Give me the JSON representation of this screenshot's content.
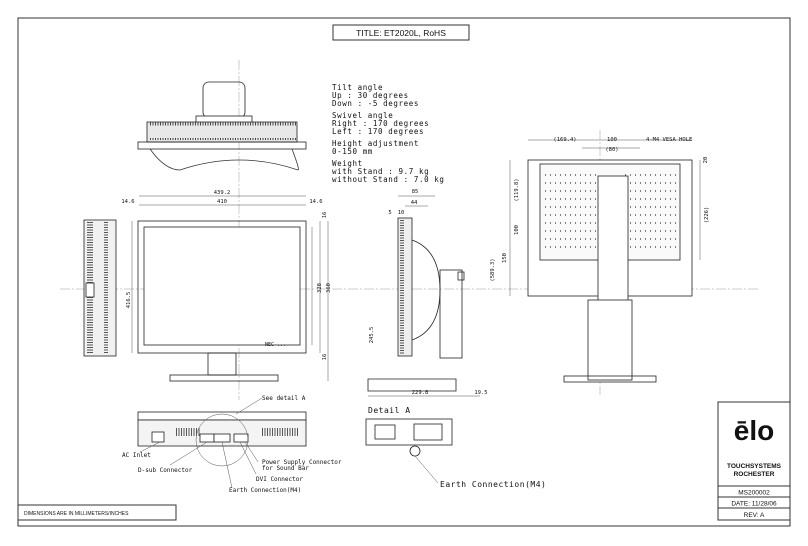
{
  "title": "TITLE: ET2020L, RoHS",
  "specs": {
    "tilt_heading": "Tilt angle",
    "tilt_up": "Up    : 30 degrees",
    "tilt_down": "Down  : -5 degrees",
    "swivel_heading": "Swivel angle",
    "swivel_right": "Right  : 170 degrees",
    "swivel_left": "Left   : 170 degrees",
    "height_heading": "Height adjustment",
    "height_value": "0-150 mm",
    "weight_heading": "Weight",
    "weight_with": "with Stand    : 9.7 kg",
    "weight_without": "without Stand : 7.0 kg"
  },
  "front_dims": {
    "overall_width": "439.2",
    "screen_width": "410",
    "left_margin": "14.6",
    "right_margin": "14.6",
    "top": "16",
    "height_inner": "328",
    "height_outer": "360",
    "bottom": "16",
    "left_height": "416.5",
    "model_label": "NEC  ..."
  },
  "side_dims": {
    "d85": "85",
    "d44": "44",
    "d5": "5",
    "d10": "10",
    "d245": "245.5",
    "depth": "229.8",
    "d19": "19.5"
  },
  "rear_dims": {
    "d169": "(169.4)",
    "d100": "100",
    "vesa": "4-M4 VESA HOLE",
    "d80": "(80)",
    "d20": "20",
    "d119": "(119.8)",
    "d100v": "100",
    "d226": "(226)",
    "d150": "150",
    "d589": "(589.3)"
  },
  "connectors": {
    "see_detail": "See detail A",
    "ac_inlet": "AC Inlet",
    "dsub": "D-sub Connector",
    "power_supply_1": "Power Supply Connector",
    "power_supply_2": "for Sound Bar",
    "dvi": "DVI Connector",
    "earth": "Earth Connection(M4)"
  },
  "detail": {
    "heading": "Detail A",
    "earth": "Earth Connection(M4)"
  },
  "title_block": {
    "logo": "ēlo",
    "company_1": "TOUCHSYSTEMS",
    "company_2": "ROCHESTER",
    "drawing_no": "MS200002",
    "date": "DATE: 11/28/06",
    "rev": "REV: A"
  },
  "footnote": "DIMENSIONS ARE IN MILLIMETERS/INCHES"
}
